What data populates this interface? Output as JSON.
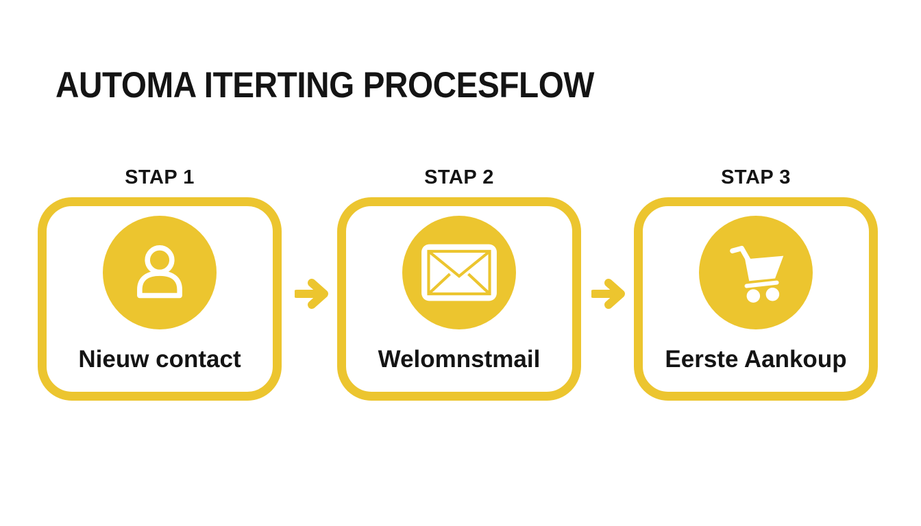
{
  "title": "AUTOMA ITERTING PROCESFLOW",
  "colors": {
    "brand_yellow": "#ECC52F",
    "text": "#141414",
    "background": "#FFFFFF"
  },
  "steps": [
    {
      "step_label": "STAP 1",
      "icon": "person-icon",
      "label": "Nieuw contact"
    },
    {
      "step_label": "STAP 2",
      "icon": "envelope-icon",
      "label": "Welomnstmail"
    },
    {
      "step_label": "STAP 3",
      "icon": "cart-icon",
      "label": "Eerste Aankoup"
    }
  ],
  "connectors": [
    {
      "icon": "right-arrow-icon"
    },
    {
      "icon": "right-arrow-icon"
    }
  ]
}
